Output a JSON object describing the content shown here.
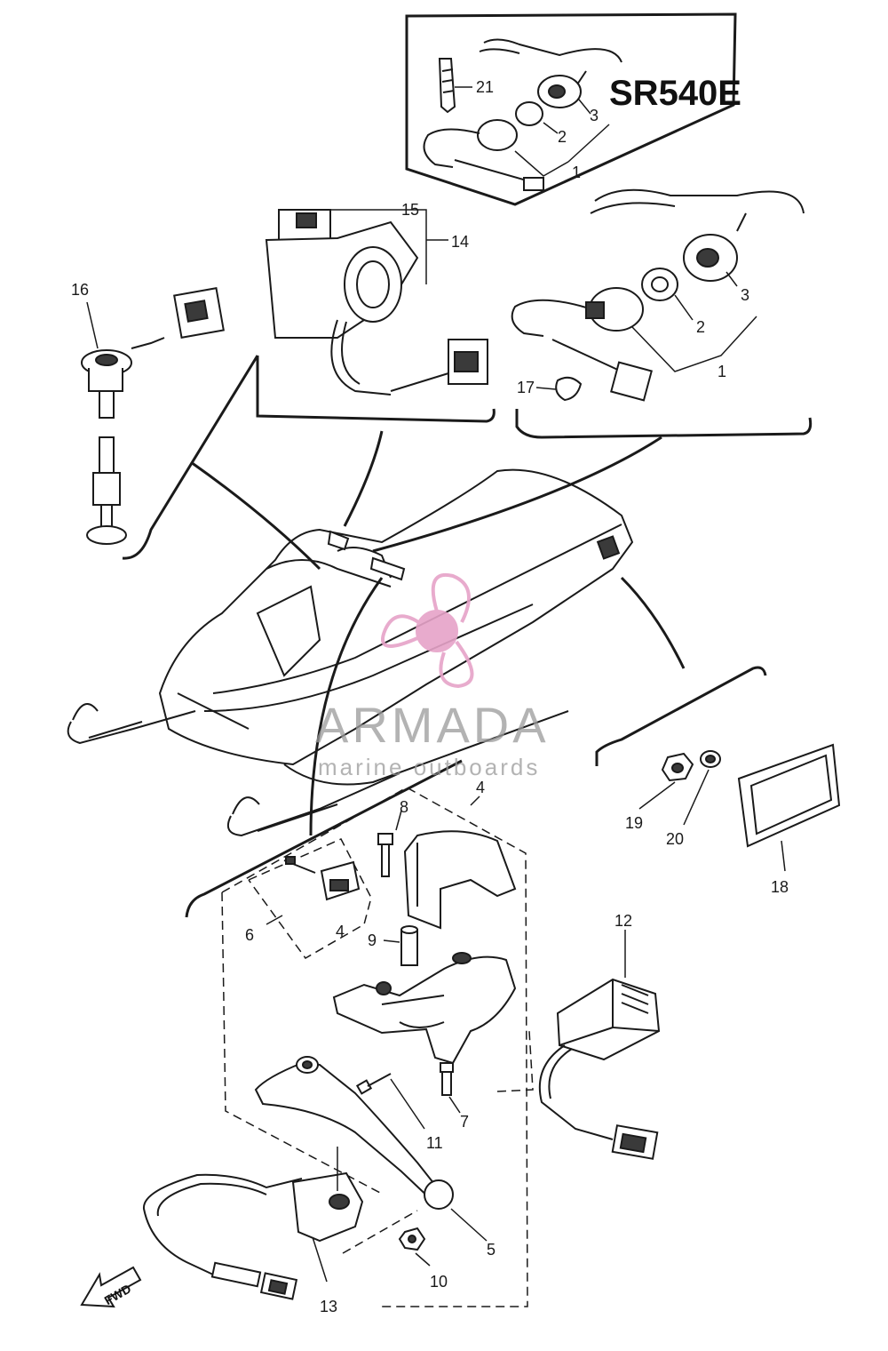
{
  "diagram": {
    "model_label": "SR540E",
    "fwd_label": "FWD",
    "part_numbers": [
      "21",
      "3",
      "2",
      "1",
      "15",
      "14",
      "16",
      "3",
      "2",
      "1",
      "17",
      "4",
      "8",
      "19",
      "20",
      "18",
      "6",
      "9",
      "12",
      "7",
      "11",
      "5",
      "10",
      "13"
    ]
  },
  "watermark": {
    "title": "ARMADA",
    "subtitle": "marine outboards",
    "colors": {
      "logo": "#e6a3c8",
      "text": "#9a9a9a"
    }
  }
}
